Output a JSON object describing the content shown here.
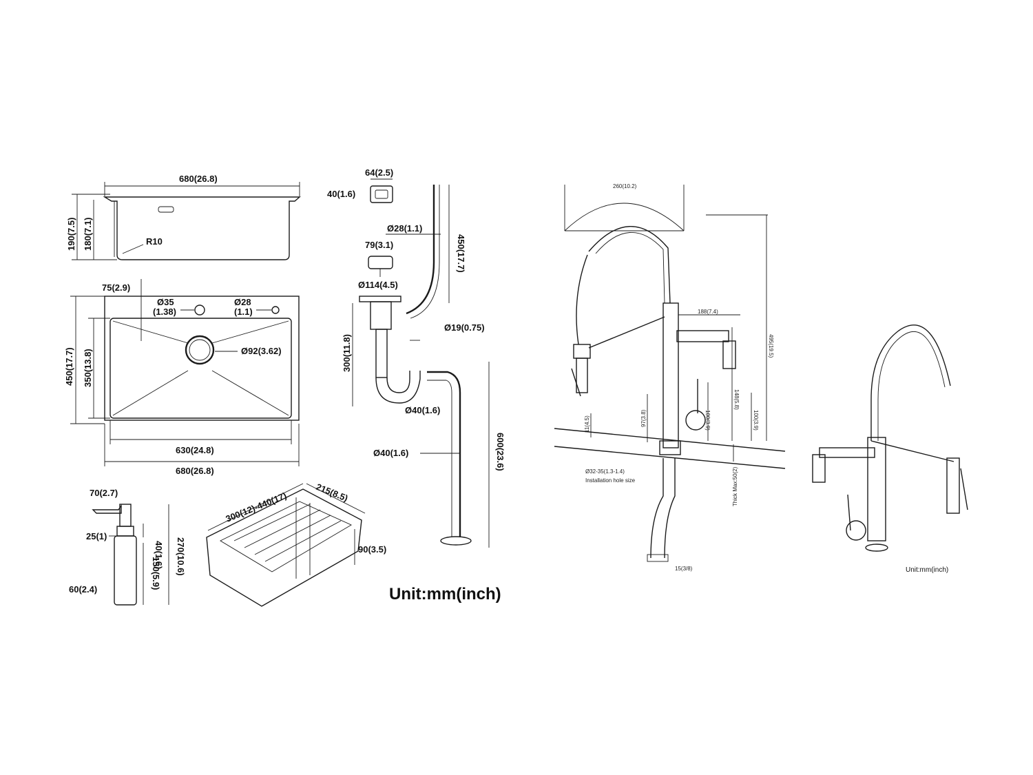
{
  "sink_drawing": {
    "side_view": {
      "width": "680(26.8)",
      "height_outer": "190(7.5)",
      "height_inner": "180(7.1)",
      "radius": "R10"
    },
    "top_view": {
      "hole_offset": "75(2.9)",
      "hole1_dia": "Ø35",
      "hole1_inch": "(1.38)",
      "hole2_dia": "Ø28",
      "hole2_inch": "(1.1)",
      "drain_dia": "Ø92(3.62)",
      "outer_depth": "450(17.7)",
      "inner_depth": "350(13.8)",
      "inner_width": "630(24.8)",
      "outer_width": "680(26.8)"
    },
    "dispenser": {
      "nozzle": "70(2.7)",
      "neck": "25(1)",
      "body": "60(2.4)",
      "top": "40(1.6)",
      "bottle": "150(5.9)",
      "total": "270(10.6)"
    },
    "basket": {
      "length": "300(12)-440(17)",
      "width": "215(8.5)",
      "height": "90(3.5)"
    },
    "drain_kit": {
      "overflow_w": "64(2.5)",
      "overflow_h": "40(1.6)",
      "hose_dia": "Ø28(1.1)",
      "hose_len": "450(17.7)",
      "strainer_cap": "79(3.1)",
      "strainer_dia": "Ø114(4.5)",
      "side_inlet": "Ø19(0.75)",
      "drop": "300(11.8)",
      "trap_dia": "Ø40(1.6)",
      "hose2_dia": "Ø40(1.6)",
      "hose2_len": "600(23.6)"
    },
    "unit_label": "Unit:mm(inch)"
  },
  "faucet_drawing": {
    "spread": "260(10.2)",
    "total_height": "495(19.5)",
    "spout_reach": "188(7.4)",
    "spout_height": "148(5.8)",
    "outlet_height": "100(3.9)",
    "lever_height": "100(3.9)",
    "handle_height": "97(3.8)",
    "base_height": "11(4.5)",
    "hole_size": "Ø32-35(1.3-1.4)",
    "hole_label": "Installation hole size",
    "deck_thick": "Thick Max:50(2)",
    "hose_fitting": "15(3/8)",
    "unit_label": "Unit:mm(inch)"
  }
}
